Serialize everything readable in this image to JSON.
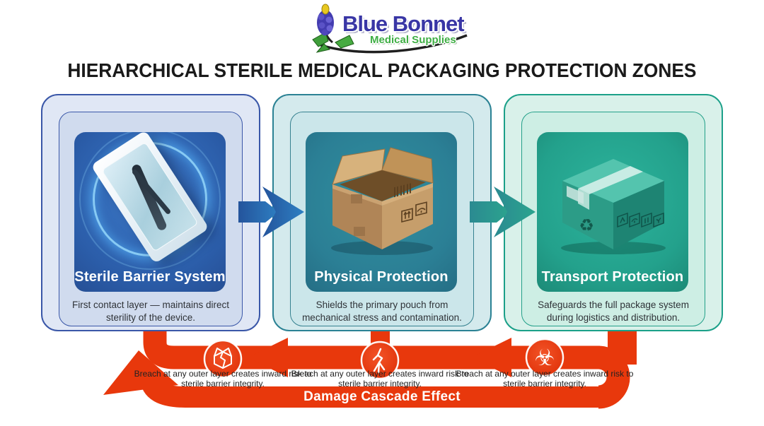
{
  "logo": {
    "name_line": "Blue Bonnet",
    "tagline": "Medical Supplies"
  },
  "title": "HIERARCHICAL STERILE MEDICAL PACKAGING PROTECTION ZONES",
  "zones": [
    {
      "title": "Sterile Barrier System",
      "description": "First contact layer — maintains direct sterility of the device.",
      "accent": "#2d62af",
      "image": "sterile-pouch"
    },
    {
      "title": "Physical Protection",
      "description": "Shields the primary pouch from mechanical stress and contamination.",
      "accent": "#2b7f95",
      "image": "cardboard-box"
    },
    {
      "title": "Transport Protection",
      "description": "Safeguards the full package system during logistics and distribution.",
      "accent": "#23a18c",
      "image": "transport-box"
    }
  ],
  "cascade": {
    "label": "Damage Cascade Effect",
    "color": "#e8380c",
    "warnings": [
      {
        "icon": "broken-box-icon",
        "text": "Breach at any outer layer creates inward risk to sterile barrier integrity."
      },
      {
        "icon": "crack-icon",
        "text": "Breach at any outer layer creates inward risk to sterile barrier integrity."
      },
      {
        "icon": "biohazard-icon",
        "text": "Breach at any outer layer creates inward risk to sterile barrier integrity."
      }
    ]
  },
  "colors": {
    "zone1_border": "#3a57a8",
    "zone2_border": "#2b8294",
    "zone3_border": "#1ba089",
    "cascade_red": "#e8380c",
    "logo_blue": "#3936a5",
    "logo_green": "#3fae44"
  }
}
